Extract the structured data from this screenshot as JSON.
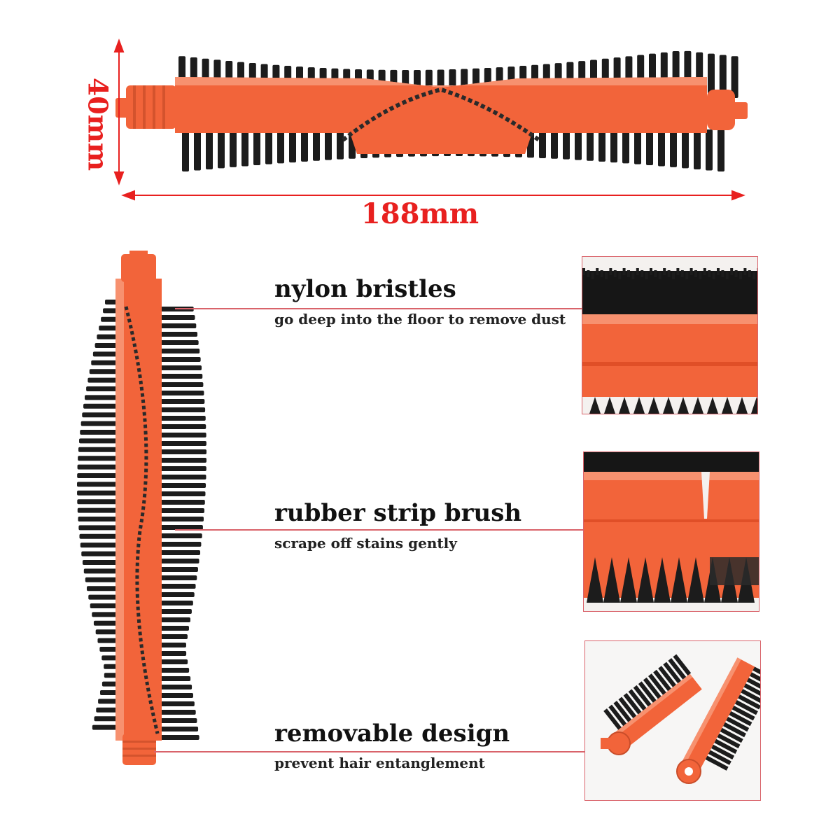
{
  "dimensions": {
    "height_label": "40mm",
    "width_label": "188mm"
  },
  "features": [
    {
      "title": "nylon bristles",
      "subtitle": "go deep into the floor to remove dust"
    },
    {
      "title": "rubber strip brush",
      "subtitle": "scrape off stains gently"
    },
    {
      "title": "removable design",
      "subtitle": "prevent hair entanglement"
    }
  ],
  "colors": {
    "accent": "#e8201f",
    "brush_orange": "#f2643a",
    "bristle": "#1c1c1c",
    "callout_line": "#d9636a"
  }
}
